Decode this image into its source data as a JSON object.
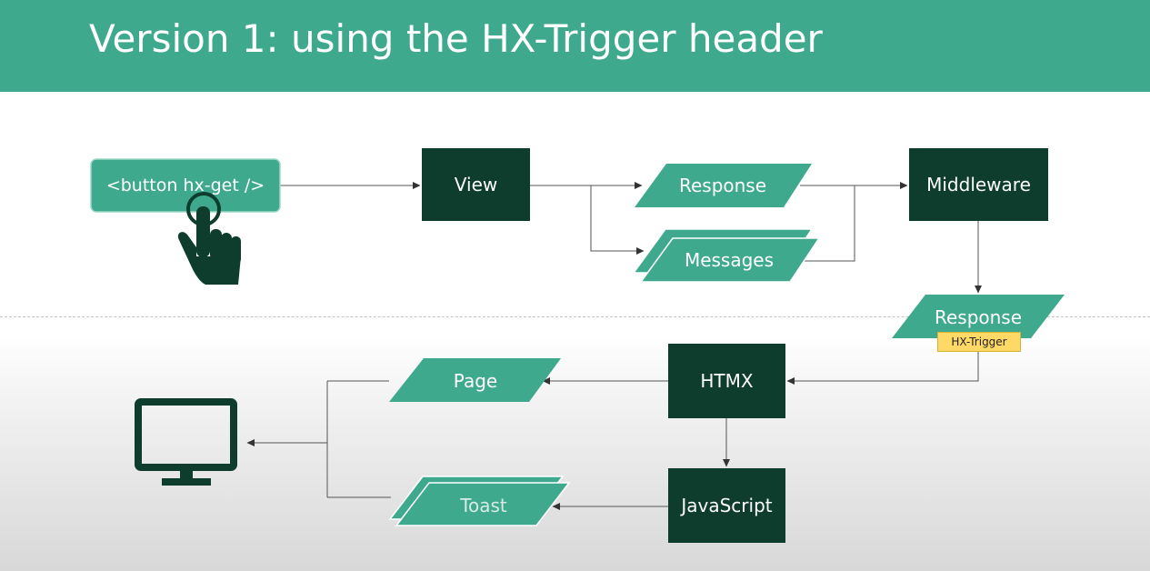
{
  "slide": {
    "title": "Version 1: using the HX-Trigger header"
  },
  "diagram": {
    "button_label": "<button hx-get />",
    "view": "View",
    "response_top": "Response",
    "messages": "Messages",
    "middleware": "Middleware",
    "response_bottom": "Response",
    "hx_trigger_tag": "HX-Trigger",
    "htmx": "HTMX",
    "page": "Page",
    "javascript": "JavaScript",
    "toast": "Toast"
  },
  "icons": {
    "pointer": "hand-pointer-icon",
    "monitor": "monitor-icon"
  },
  "colors": {
    "header": "#3fa98e",
    "dark_box": "#0e3d2e",
    "shape_fill": "#3fa98e",
    "tag": "#ffd966"
  }
}
